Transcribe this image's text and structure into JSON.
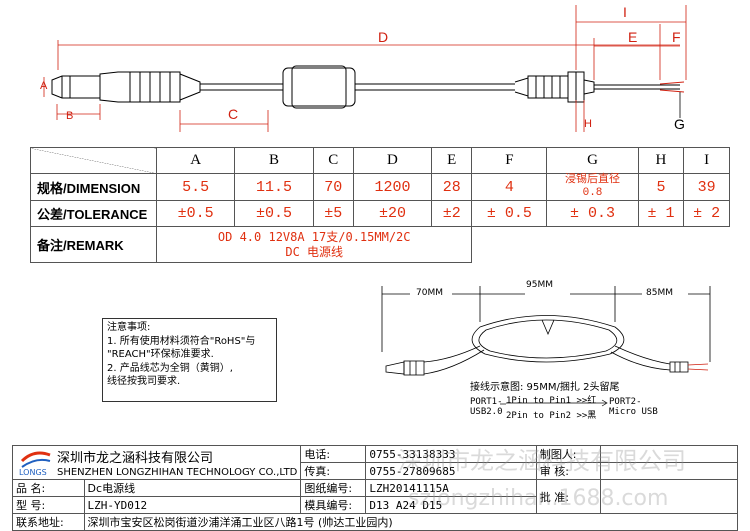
{
  "drawing": {
    "dim_labels": {
      "A": "A",
      "B": "B",
      "C": "C",
      "D": "D",
      "E": "E",
      "F": "F",
      "G": "G",
      "H": "H",
      "I": "I"
    }
  },
  "spec_table": {
    "columns": [
      "A",
      "B",
      "C",
      "D",
      "E",
      "F",
      "G",
      "H",
      "I"
    ],
    "dimension_label": "规格/DIMENSION",
    "dimension_values": [
      "5.5",
      "11.5",
      "70",
      "1200",
      "28",
      "4",
      "浸锡后直径",
      "5",
      "39"
    ],
    "dimension_g_sub": "0.8",
    "tolerance_label": "公差/TOLERANCE",
    "tolerance_values": [
      "±0.5",
      "±0.5",
      "±5",
      "±20",
      "±2",
      "± 0.5",
      "± 0.3",
      "± 1",
      "± 2"
    ],
    "remark_label": "备注/REMARK",
    "remark_line1": "OD 4.0  12V8A 17支/0.15MM/2C",
    "remark_line2": "DC 电源线"
  },
  "notes": {
    "title": "注意事项:",
    "line1": "1. 所有使用材料须符合\"RoHS\"与",
    "line2": "\"REACH\"环保标准要求.",
    "line3": "2. 产品线芯为全铜（黄铜）,",
    "line4": "线径按我司要求."
  },
  "coil_drawing": {
    "dim_left": "70MM",
    "dim_mid": "95MM",
    "dim_right": "85MM",
    "wiring_title": "接线示意图: 95MM/捆扎 2头留尾",
    "port1_a": "PORT1-",
    "port1_b": "USB2.0",
    "pin1": "1Pin to Pin1 >>红",
    "pin2": "2Pin to Pin2 >>黑",
    "port2_a": "PORT2-",
    "port2_b": "Micro USB"
  },
  "footer": {
    "logo_text": "LONGS",
    "company_cn": "深圳市龙之涵科技有限公司",
    "company_en": "SHENZHEN LONGZHIHAN TECHNOLOGY CO.,LTD",
    "tel_label": "电话:",
    "tel_value": "0755-33138333",
    "fax_label": "传真:",
    "fax_value": "0755-27809685",
    "drawn_label": "制图人:",
    "review_label": "审 核:",
    "product_label": "品 名:",
    "product_value": "Dc电源线",
    "drawing_no_label": "图纸编号:",
    "drawing_no_value": "LZH20141115A",
    "model_label": "型 号:",
    "model_value": "LZH-YD012",
    "mold_label": "模具编号:",
    "mold_value": "D13 A24 D15",
    "approve_label": "批 准:",
    "address_label": "联系地址:",
    "address_value": "深圳市宝安区松岗街道沙浦洋涌工业区八路1号 (帅达工业园内)"
  },
  "watermark": {
    "line1": "深圳市龙之涵科技有限公司",
    "line2": "szlongzhihan.1688.com"
  }
}
